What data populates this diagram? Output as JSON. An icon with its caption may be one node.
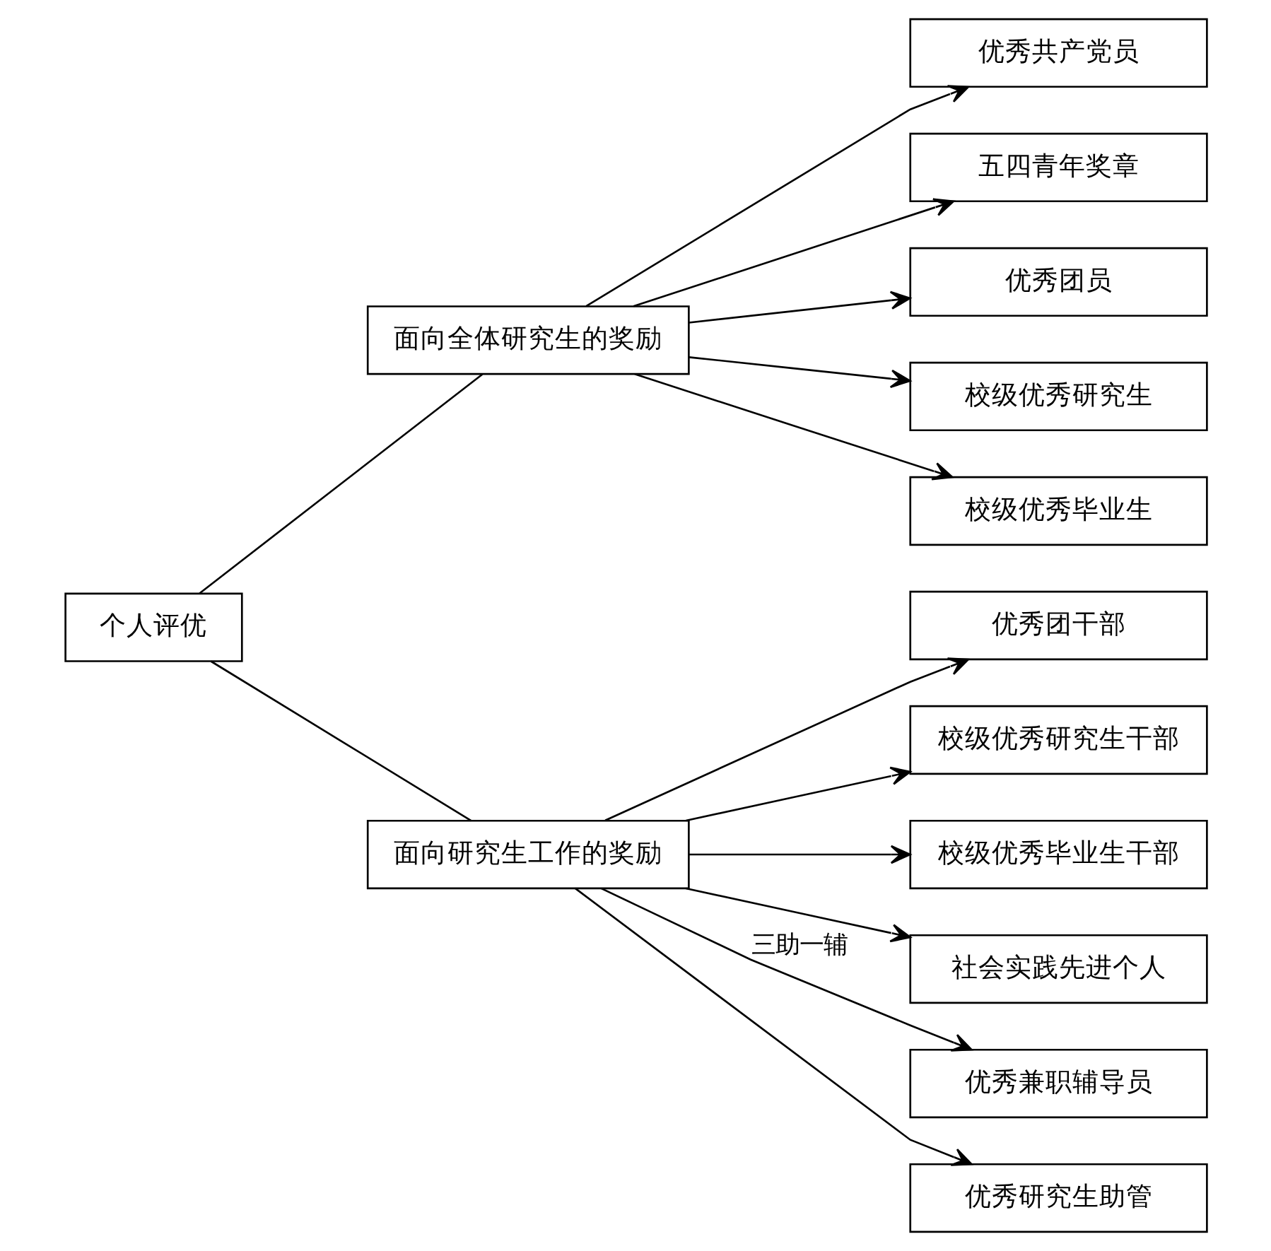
{
  "diagram": {
    "nodes": [
      {
        "text": [
          "个人评优"
        ]
      },
      {
        "text": [
          "面向全体研究生的奖励"
        ]
      },
      {
        "text": [
          "面向研究生工作的奖励"
        ]
      },
      {
        "text": [
          "优秀共产党员"
        ]
      },
      {
        "text": [
          "五四青年奖章"
        ]
      },
      {
        "text": [
          "优秀团员"
        ]
      },
      {
        "text": [
          "校级优秀研究生"
        ]
      },
      {
        "text": [
          "校级优秀毕业生"
        ]
      },
      {
        "text": [
          "优秀团干部"
        ]
      },
      {
        "text": [
          "校级优秀研究生干部"
        ]
      },
      {
        "text": [
          "校级优秀毕业生干部"
        ]
      },
      {
        "text": [
          "社会实践先进个人"
        ]
      },
      {
        "text": [
          "优秀兼职辅导员"
        ]
      },
      {
        "text": [
          "优秀研究生助管"
        ]
      }
    ],
    "edges": [
      {
        "from": 0,
        "to": 1,
        "arrow": "none"
      },
      {
        "from": 0,
        "to": 2,
        "arrow": "none"
      },
      {
        "from": 1,
        "to": 3,
        "arrow": "to"
      },
      {
        "from": 1,
        "to": 4,
        "arrow": "to"
      },
      {
        "from": 1,
        "to": 5,
        "arrow": "to"
      },
      {
        "from": 1,
        "to": 6,
        "arrow": "to"
      },
      {
        "from": 1,
        "to": 7,
        "arrow": "to"
      },
      {
        "from": 2,
        "to": 8,
        "arrow": "to"
      },
      {
        "from": 2,
        "to": 9,
        "arrow": "to"
      },
      {
        "from": 2,
        "to": 10,
        "arrow": "to"
      },
      {
        "from": 2,
        "to": 11,
        "arrow": "to"
      },
      {
        "from": 2,
        "to": 12,
        "arrow": "to",
        "label": "三助一辅"
      },
      {
        "from": 2,
        "to": 13,
        "arrow": "to"
      }
    ]
  }
}
